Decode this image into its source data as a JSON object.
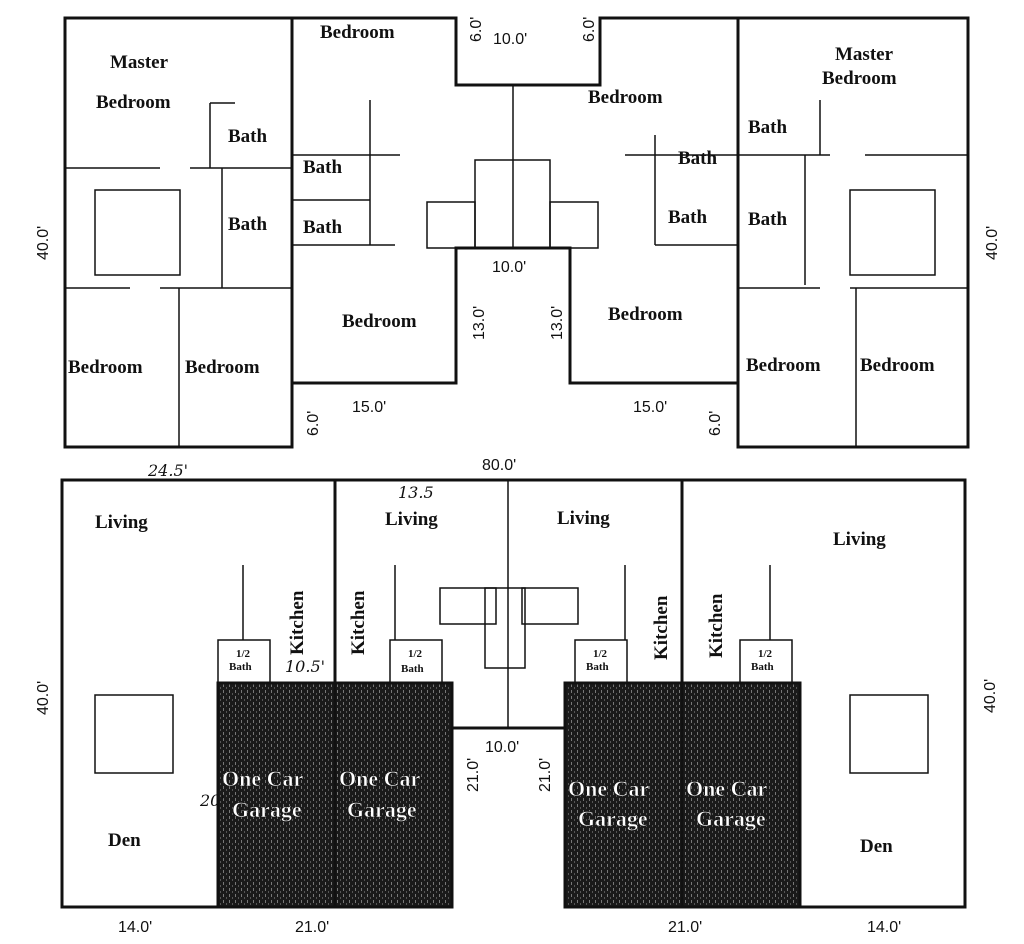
{
  "upper_floor": {
    "rooms": {
      "master_left_1": "Master",
      "master_left_2": "Bedroom",
      "bedroom_top_left": "Bedroom",
      "bedroom_top_right": "Bedroom",
      "master_right_1": "Master",
      "master_right_2": "Bedroom",
      "bath_1": "Bath",
      "bath_2": "Bath",
      "bath_3": "Bath",
      "bath_4": "Bath",
      "bath_5": "Bath",
      "bath_6": "Bath",
      "bath_7": "Bath",
      "bath_8": "Bath",
      "bedroom_mid_left": "Bedroom",
      "bedroom_mid_right": "Bedroom",
      "bedroom_bl1": "Bedroom",
      "bedroom_bl2": "Bedroom",
      "bedroom_br1": "Bedroom",
      "bedroom_br2": "Bedroom"
    },
    "dims": {
      "notch_left": "6.0'",
      "notch_width": "10.0'",
      "notch_right": "6.0'",
      "left_depth": "40.0'",
      "right_depth": "40.0'",
      "center_width": "10.0'",
      "center_left": "13.0'",
      "center_right": "13.0'",
      "offset_left": "6.0'",
      "offset_right": "6.0'",
      "wing_left": "15.0'",
      "wing_right": "15.0'"
    }
  },
  "lower_floor": {
    "rooms": {
      "living_1": "Living",
      "living_2": "Living",
      "living_3": "Living",
      "living_4": "Living",
      "kitchen_1": "Kitchen",
      "kitchen_2": "Kitchen",
      "kitchen_3": "Kitchen",
      "kitchen_4": "Kitchen",
      "half_bath_num": "1/2",
      "half_bath": "Bath",
      "garage_line1": "One Car",
      "garage_line2": "Garage",
      "den_left": "Den",
      "den_right": "Den"
    },
    "dims": {
      "total_width": "80.0'",
      "left_depth": "40.0'",
      "right_depth": "40.0'",
      "center_width": "10.0'",
      "garage_left": "21.0'",
      "garage_right": "21.0'",
      "bottom_left": "14.0'",
      "bottom_garage_left": "21.0'",
      "bottom_garage_right": "21.0'",
      "bottom_right": "14.0'"
    },
    "handwritten": {
      "note_1": "24.5'",
      "note_2": "13.5",
      "note_3": "10.5'",
      "note_4": "20'"
    }
  },
  "colors": {
    "ink": "#111111",
    "paper": "#ffffff",
    "garage_fill": "#1a1a1a"
  }
}
